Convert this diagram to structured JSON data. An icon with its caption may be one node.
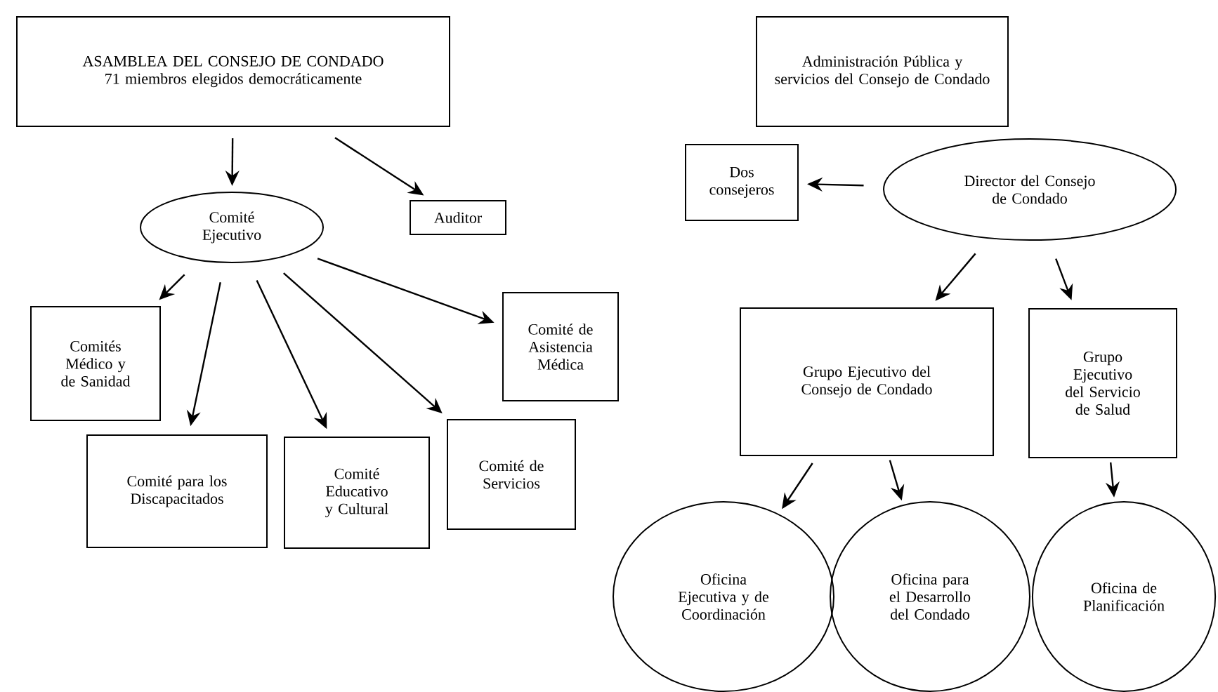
{
  "diagram": {
    "nodes": [
      {
        "text": [
          "ASAMBLEA DEL CONSEJO DE CONDADO",
          "71 miembros elegidos democráticamente"
        ]
      },
      {
        "text": [
          "Comité Ejecutivo"
        ]
      },
      {
        "text": [
          "Auditor"
        ]
      },
      {
        "text": [
          "Comités Médico y de Sanidad"
        ]
      },
      {
        "text": [
          "Comité para los Discapacitados"
        ]
      },
      {
        "text": [
          "Comité Educativo y Cultural"
        ]
      },
      {
        "text": [
          "Comité de Servicios"
        ]
      },
      {
        "text": [
          "Comité de Asistencia Médica"
        ]
      },
      {
        "text": [
          "Administración Pública y servicios del Consejo de Condado"
        ]
      },
      {
        "text": [
          "Dos consejeros"
        ]
      },
      {
        "text": [
          "Director del Consejo de Condado"
        ]
      },
      {
        "text": [
          "Grupo Ejecutivo del Consejo de Condado"
        ]
      },
      {
        "text": [
          "Grupo Ejecutivo del Servicio de Salud"
        ]
      },
      {
        "text": [
          "Oficina Ejecutiva y de Coordinación"
        ]
      },
      {
        "text": [
          "Oficina para el Desarrollo del Condado"
        ]
      },
      {
        "text": [
          "Oficina de Planificación"
        ]
      }
    ],
    "edges": [
      {
        "from": 0,
        "to": 1,
        "arrow": "to"
      },
      {
        "from": 0,
        "to": 2,
        "arrow": "to"
      },
      {
        "from": 1,
        "to": 3,
        "arrow": "to"
      },
      {
        "from": 1,
        "to": 4,
        "arrow": "to"
      },
      {
        "from": 1,
        "to": 5,
        "arrow": "to"
      },
      {
        "from": 1,
        "to": 6,
        "arrow": "to"
      },
      {
        "from": 1,
        "to": 7,
        "arrow": "to"
      },
      {
        "from": 10,
        "to": 9,
        "arrow": "to"
      },
      {
        "from": 10,
        "to": 11,
        "arrow": "to"
      },
      {
        "from": 10,
        "to": 12,
        "arrow": "to"
      },
      {
        "from": 11,
        "to": 13,
        "arrow": "to"
      },
      {
        "from": 11,
        "to": 14,
        "arrow": "to"
      },
      {
        "from": 12,
        "to": 15,
        "arrow": "to"
      }
    ]
  }
}
